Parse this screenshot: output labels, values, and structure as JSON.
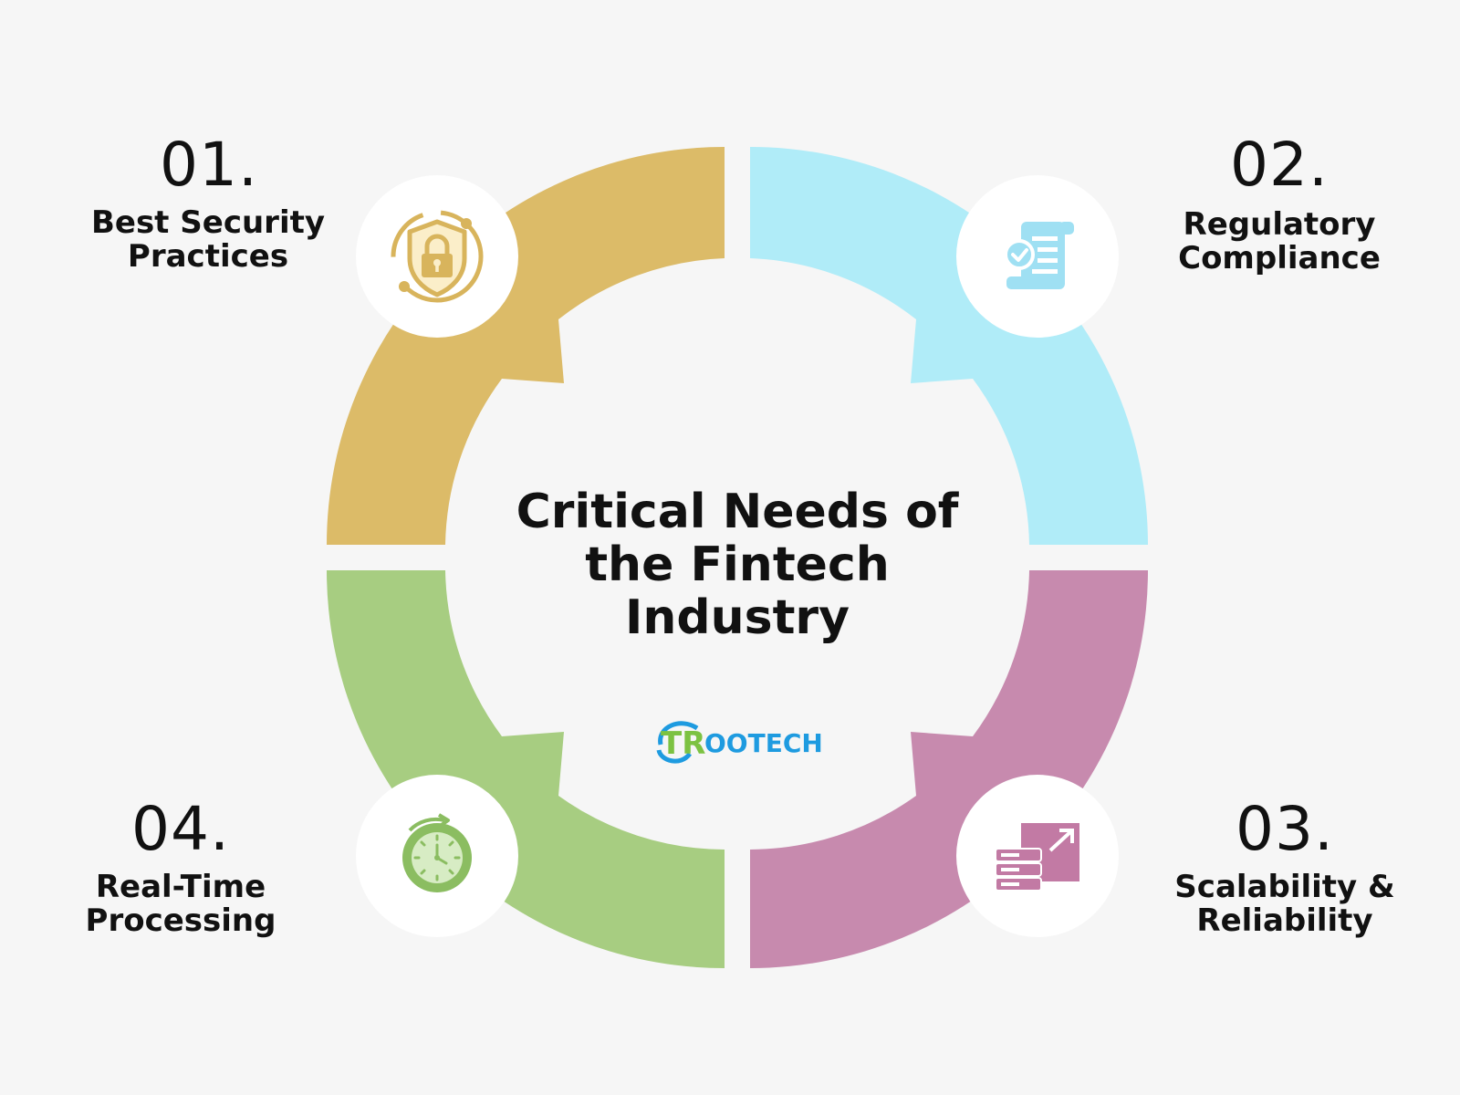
{
  "title_lines": [
    "Critical Needs of",
    "the Fintech",
    "Industry"
  ],
  "logo": {
    "text_left": "TR",
    "text_right": "OOTECH",
    "color_green": "#7cc242",
    "color_blue": "#1e9be0"
  },
  "items": [
    {
      "number": "01.",
      "label_lines": [
        "Best Security",
        "Practices"
      ],
      "icon": "shield-lock-icon",
      "color": "#dcbb68"
    },
    {
      "number": "02.",
      "label_lines": [
        "Regulatory",
        "Compliance"
      ],
      "icon": "document-check-icon",
      "color": "#b0ecf8"
    },
    {
      "number": "03.",
      "label_lines": [
        "Scalability &",
        "Reliability"
      ],
      "icon": "server-scale-icon",
      "color": "#c78aae"
    },
    {
      "number": "04.",
      "label_lines": [
        "Real-Time",
        "Processing"
      ],
      "icon": "stopwatch-icon",
      "color": "#a7cd81"
    }
  ]
}
